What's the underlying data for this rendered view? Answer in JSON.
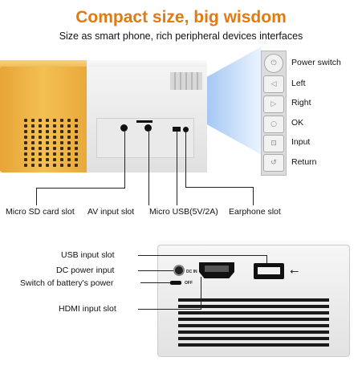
{
  "header": {
    "title": "Compact size, big wisdom",
    "subtitle": "Size as smart phone, rich peripheral devices interfaces"
  },
  "colors": {
    "title": "#e07a12",
    "accent_yellow": "#f0b640"
  },
  "buttons": {
    "power": "Power switch",
    "left": "Left",
    "right": "Right",
    "ok": "OK",
    "input": "Input",
    "return": "Return"
  },
  "top_ports": {
    "sd": "Micro SD card slot",
    "av": "AV input slot",
    "usb": "Micro USB(5V/2A)",
    "earphone": "Earphone slot"
  },
  "bottom_ports": {
    "usb": "USB input slot",
    "dc": "DC power input",
    "switch": "Switch of battery's power",
    "hdmi": "HDMI input slot"
  },
  "device_marks": {
    "dc": "DC IN",
    "off": "OFF"
  },
  "icons": [
    "power-icon",
    "left-arrow-icon",
    "right-arrow-icon",
    "ok-icon",
    "input-icon",
    "return-icon",
    "usb-icon"
  ]
}
